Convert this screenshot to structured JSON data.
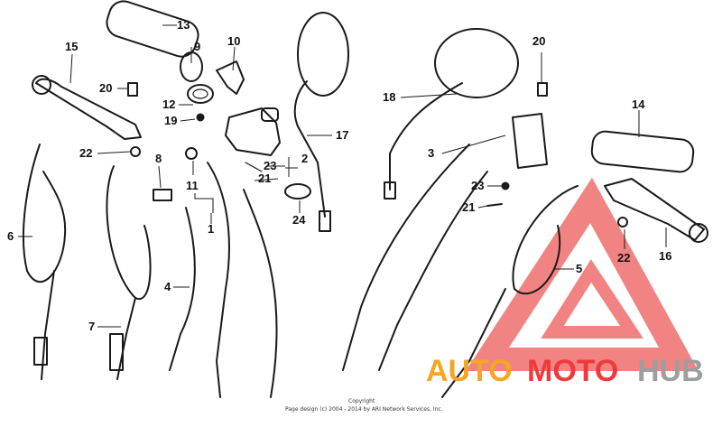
{
  "callouts": {
    "c1": "1",
    "c2": "2",
    "c3": "3",
    "c4": "4",
    "c5": "5",
    "c6": "6",
    "c7": "7",
    "c8": "8",
    "c9": "9",
    "c10": "10",
    "c11": "11",
    "c12": "12",
    "c13": "13",
    "c14": "14",
    "c15": "15",
    "c16": "16",
    "c17": "17",
    "c18": "18",
    "c19": "19",
    "c20a": "20",
    "c20b": "20",
    "c21a": "21",
    "c21b": "21",
    "c22a": "22",
    "c22b": "22",
    "c23a": "23",
    "c23b": "23",
    "c24": "24"
  },
  "watermark": {
    "part1": "AUTO",
    "part2": "MOTO",
    "part3": "HUB",
    "color1": "#f5a623",
    "color2": "#ee3a3a",
    "color3": "#9e9e9e"
  },
  "copyright": {
    "line1": "Copyright",
    "line2": "Page design (c) 2004 - 2014 by ARI Network Services, Inc."
  }
}
